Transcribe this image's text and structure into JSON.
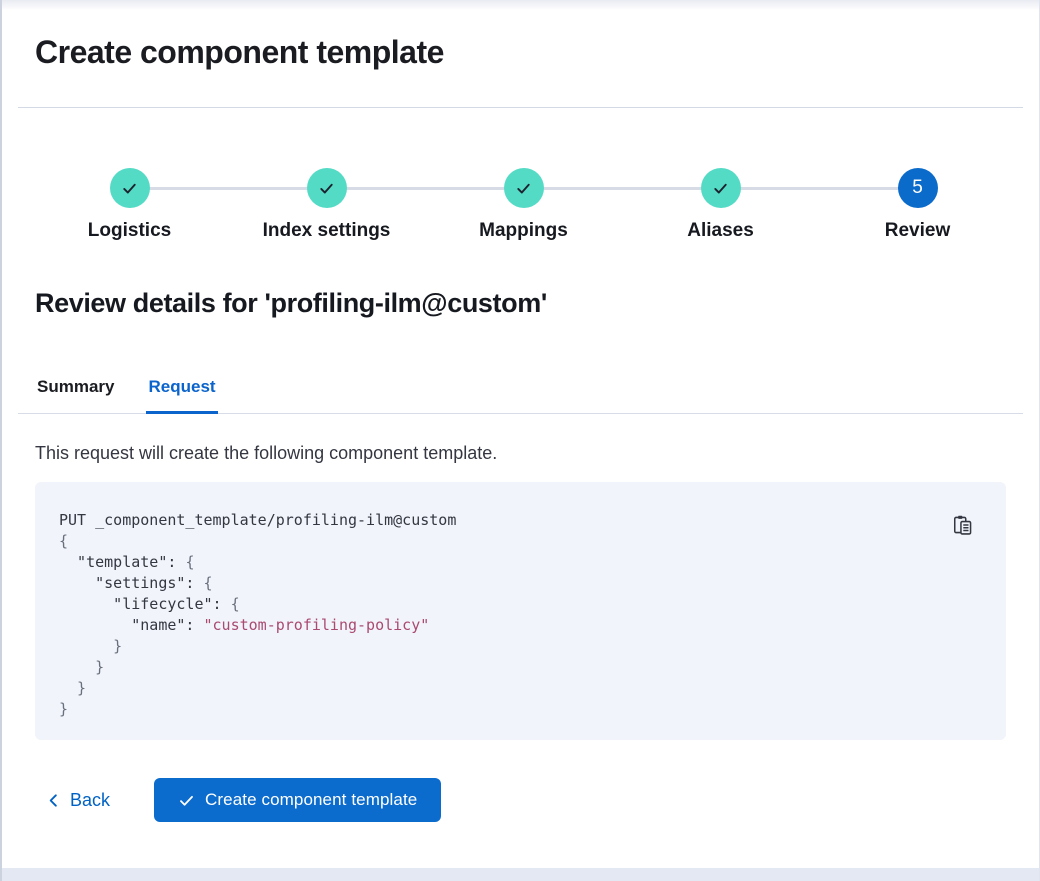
{
  "header": {
    "title": "Create component template"
  },
  "stepper": {
    "steps": [
      {
        "label": "Logistics",
        "state": "complete"
      },
      {
        "label": "Index settings",
        "state": "complete"
      },
      {
        "label": "Mappings",
        "state": "complete"
      },
      {
        "label": "Aliases",
        "state": "complete"
      },
      {
        "label": "Review",
        "state": "current",
        "number": "5"
      }
    ]
  },
  "review": {
    "heading": "Review details for 'profiling-ilm@custom'",
    "tabs": [
      {
        "label": "Summary",
        "active": false
      },
      {
        "label": "Request",
        "active": true
      }
    ],
    "description": "This request will create the following component template."
  },
  "code_block": {
    "copy_icon": "copy-clipboard-icon",
    "lines": [
      [
        {
          "t": "PUT _component_template/profiling-ilm@custom",
          "c": "plain"
        }
      ],
      [
        {
          "t": "{",
          "c": "punc"
        }
      ],
      [
        {
          "t": "  \"template\": ",
          "c": "key"
        },
        {
          "t": "{",
          "c": "punc"
        }
      ],
      [
        {
          "t": "    \"settings\": ",
          "c": "key"
        },
        {
          "t": "{",
          "c": "punc"
        }
      ],
      [
        {
          "t": "      \"lifecycle\": ",
          "c": "key"
        },
        {
          "t": "{",
          "c": "punc"
        }
      ],
      [
        {
          "t": "        \"name\": ",
          "c": "key"
        },
        {
          "t": "\"custom-profiling-policy\"",
          "c": "string"
        }
      ],
      [
        {
          "t": "      }",
          "c": "punc"
        }
      ],
      [
        {
          "t": "    }",
          "c": "punc"
        }
      ],
      [
        {
          "t": "  }",
          "c": "punc"
        }
      ],
      [
        {
          "t": "}",
          "c": "punc"
        }
      ]
    ]
  },
  "footer": {
    "back_label": "Back",
    "create_button_label": "Create component template"
  },
  "colors": {
    "step_complete_teal": "#54dbc6",
    "step_current_blue": "#0b6bcb",
    "tab_active_blue": "#0b64cc",
    "link_blue": "#0062c4",
    "button_blue": "#0b6cce",
    "code_background": "#f1f4fa",
    "code_string_pink": "#aa4a71",
    "divider_gray": "#d3dae6"
  }
}
